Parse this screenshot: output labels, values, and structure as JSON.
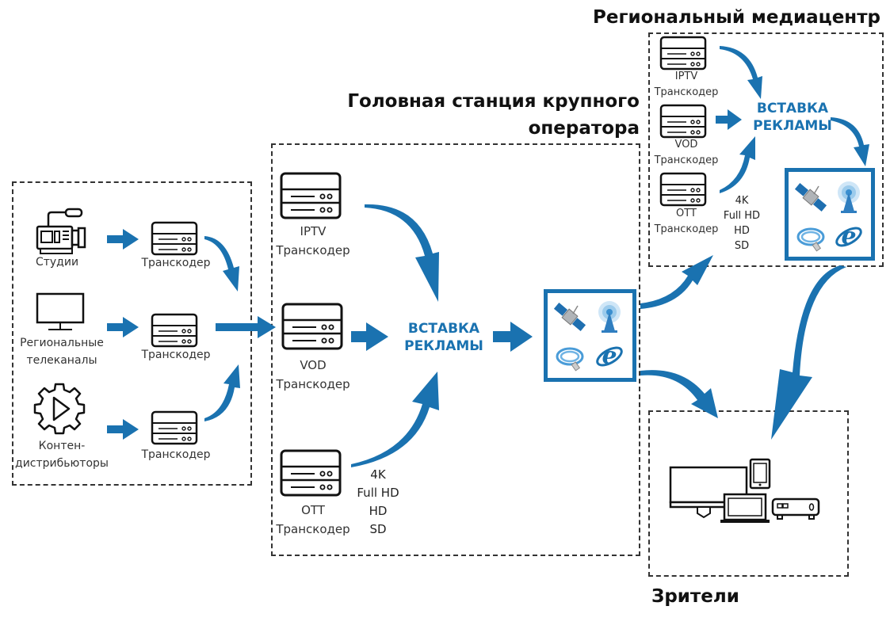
{
  "titles": {
    "headend": [
      "Головная станция крупного",
      "оператора"
    ],
    "regional": "Региональный медиацентр",
    "viewers": "Зрители"
  },
  "sources": [
    {
      "icon": "video-camera-icon",
      "label": [
        "Студии"
      ],
      "transcoder": "Транскодер"
    },
    {
      "icon": "monitor-icon",
      "label": [
        "Региональные",
        "телеканалы"
      ],
      "transcoder": "Транскодер"
    },
    {
      "icon": "gear-play-icon",
      "label": [
        "Контен-",
        "дистрибьюторы"
      ],
      "transcoder": "Транскодер"
    }
  ],
  "headend": {
    "transcoders": [
      {
        "type": "IPTV",
        "label": "Транскодер"
      },
      {
        "type": "VOD",
        "label": "Транскодер"
      },
      {
        "type": "OTT",
        "label": "Транскодер"
      }
    ],
    "resolutions": [
      "4K",
      "Full HD",
      "HD",
      "SD"
    ],
    "ad_insertion": [
      "ВСТАВКА",
      "РЕКЛАМЫ"
    ],
    "channels": [
      "satellite-icon",
      "antenna-tower-icon",
      "cable-icon",
      "internet-explorer-icon"
    ]
  },
  "regional": {
    "transcoders": [
      {
        "type": "IPTV",
        "label": "Транскодер"
      },
      {
        "type": "VOD",
        "label": "Транскодер"
      },
      {
        "type": "OTT",
        "label": "Транскодер"
      }
    ],
    "resolutions": [
      "4K",
      "Full HD",
      "HD",
      "SD"
    ],
    "ad_insertion": [
      "ВСТАВКА",
      "РЕКЛАМЫ"
    ],
    "channels": [
      "satellite-icon",
      "antenna-tower-icon",
      "cable-icon",
      "internet-explorer-icon"
    ]
  },
  "viewers": {
    "devices": [
      "monitor-icon",
      "tablet-icon",
      "laptop-icon",
      "set-top-box-icon"
    ]
  },
  "colors": {
    "accent": "#1a72b0",
    "line": "#222222"
  }
}
